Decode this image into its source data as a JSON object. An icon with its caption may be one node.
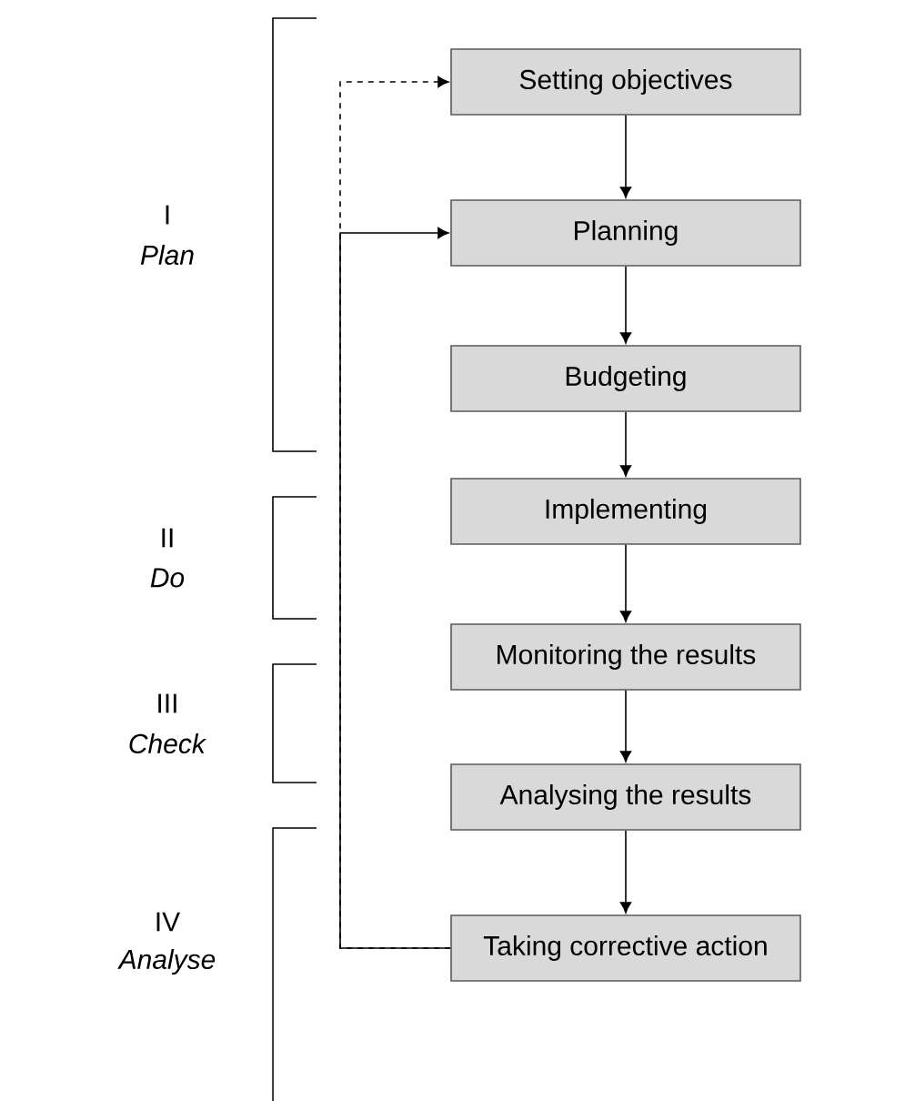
{
  "diagram": {
    "nodes": [
      {
        "text": [
          "Setting objectives"
        ]
      },
      {
        "text": [
          "Planning"
        ]
      },
      {
        "text": [
          "Budgeting"
        ]
      },
      {
        "text": [
          "Implementing"
        ]
      },
      {
        "text": [
          "Monitoring the results"
        ]
      },
      {
        "text": [
          "Analysing the results"
        ]
      },
      {
        "text": [
          "Taking corrective action"
        ]
      }
    ],
    "edges": [
      {
        "from": 0,
        "to": 1,
        "arrow": "to"
      },
      {
        "from": 1,
        "to": 2,
        "arrow": "to"
      },
      {
        "from": 2,
        "to": 3,
        "arrow": "to"
      },
      {
        "from": 3,
        "to": 4,
        "arrow": "to"
      },
      {
        "from": 4,
        "to": 5,
        "arrow": "to"
      },
      {
        "from": 5,
        "to": 6,
        "arrow": "to"
      },
      {
        "from": 6,
        "to": 1,
        "arrow": "to"
      },
      {
        "from": 6,
        "to": 0,
        "arrow": "to",
        "style": "dashed"
      }
    ],
    "labels": [
      "I",
      "*Plan*",
      "II",
      "*Do*",
      "III",
      "*Check*",
      "IV",
      "*Analyse*"
    ]
  }
}
